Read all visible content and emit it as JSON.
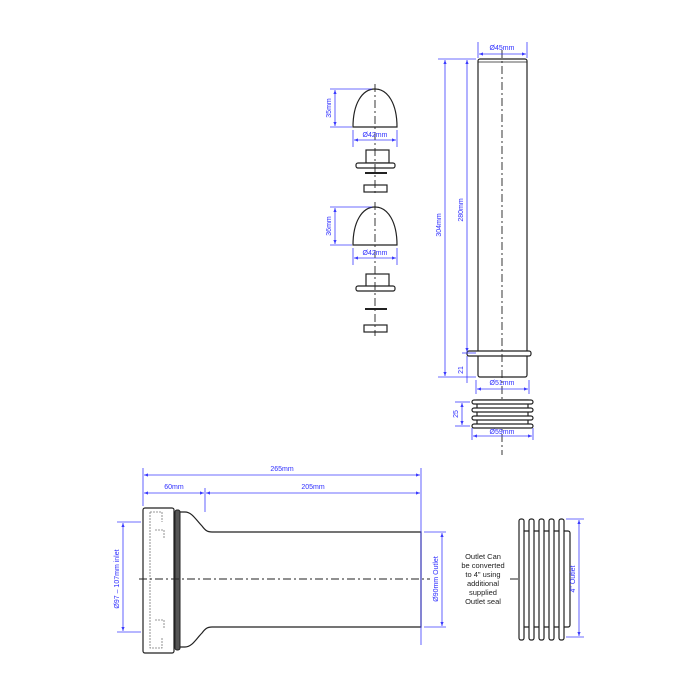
{
  "top_pipe": {
    "dia_top": "Ø45mm",
    "length_total": "304mm",
    "length_main": "280mm",
    "spigot": "21",
    "dia_spigot": "Ø51mm"
  },
  "seal": {
    "height": "25",
    "dia": "Ø59mm"
  },
  "cap1": {
    "height": "35mm",
    "dia": "Ø42mm"
  },
  "cap2": {
    "height": "36mm",
    "dia": "Ø42mm"
  },
  "pan_connector": {
    "overall": "265mm",
    "collar": "60mm",
    "pipe": "205mm",
    "inlet": "Ø97 – 107mm inlet",
    "outlet": "Ø90mm Outlet"
  },
  "note": [
    "Outlet Can",
    "be converted",
    "to 4\" using",
    "additional",
    "supplied",
    "Outlet seal"
  ],
  "outlet_seal": {
    "label": "4\" Outlet"
  }
}
